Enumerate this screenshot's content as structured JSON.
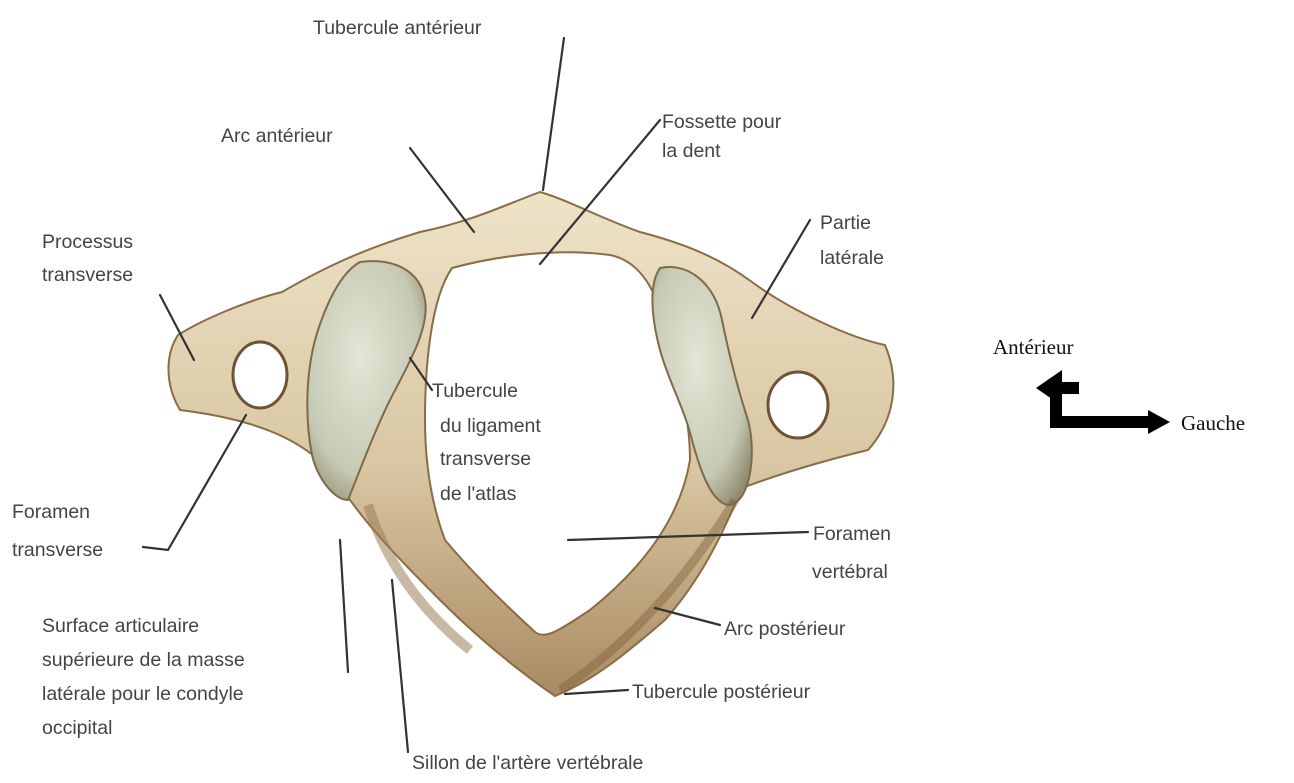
{
  "labels": {
    "tubercule_anterieur": "Tubercule antérieur",
    "arc_anterieur": "Arc antérieur",
    "fossette_l1": "Fossette pour",
    "fossette_l2": "la dent",
    "processus_l1": "Processus",
    "processus_l2": "transverse",
    "partie_l1": "Partie",
    "partie_l2": "latérale",
    "tub_lig_l1": "Tubercule",
    "tub_lig_l2": "du ligament",
    "tub_lig_l3": "transverse",
    "tub_lig_l4": "de l'atlas",
    "foramen_trans_l1": "Foramen",
    "foramen_trans_l2": "transverse",
    "foramen_vert_l1": "Foramen",
    "foramen_vert_l2": "vertébral",
    "surface_l1": "Surface articulaire",
    "surface_l2": "supérieure de la masse",
    "surface_l3": "latérale pour le condyle",
    "surface_l4": "occipital",
    "arc_posterieur": "Arc postérieur",
    "tubercule_posterieur": "Tubercule postérieur",
    "sillon": "Sillon de l'artère vertébrale"
  },
  "orientation": {
    "anterior": "Antérieur",
    "left": "Gauche"
  },
  "colors": {
    "bone_light": "#e9ddc0",
    "bone_mid": "#cbb48c",
    "bone_dark": "#8e704b",
    "facet": "#cfd2c0",
    "leader": "#333333",
    "arrow": "#000000"
  }
}
